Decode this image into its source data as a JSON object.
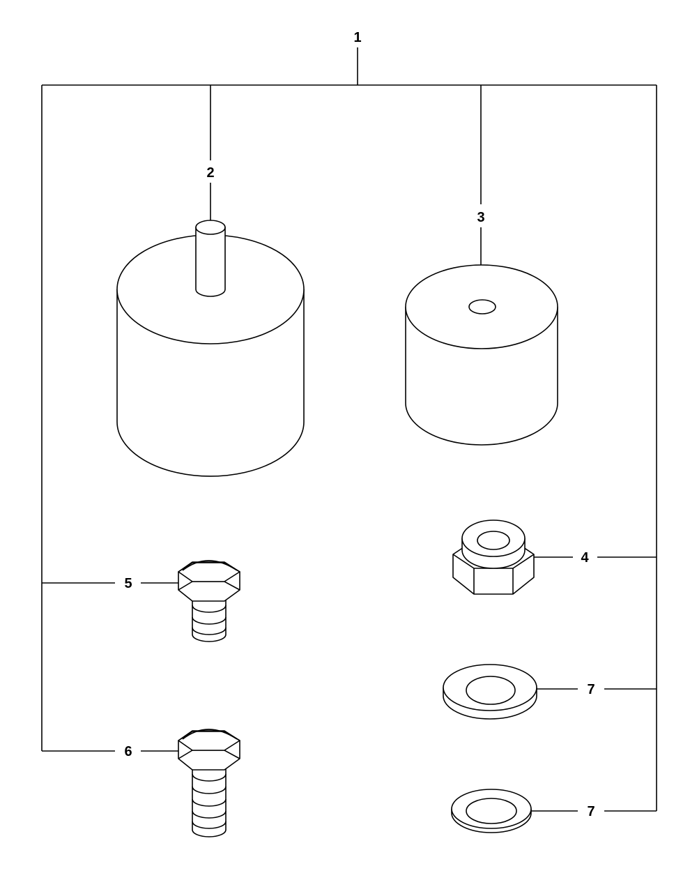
{
  "callouts": {
    "kit": "1",
    "mount_with_stud": "2",
    "mount_with_hole": "3",
    "lock_nut": "4",
    "bolt_short": "5",
    "bolt_long": "6",
    "washer_large": "7",
    "washer_small": "7"
  },
  "colors": {
    "line": "#000000",
    "background": "#ffffff"
  }
}
